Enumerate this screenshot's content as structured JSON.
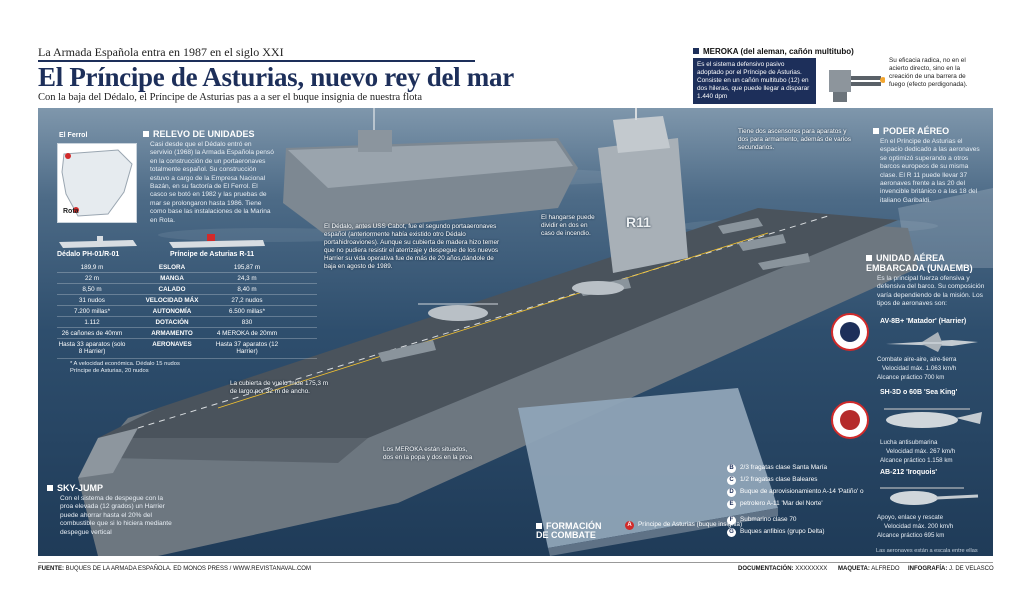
{
  "header": {
    "kicker": "La Armada Española entra en 1987 en el siglo XXI",
    "title": "El Príncipe de Asturias, nuevo rey del mar",
    "subtitle": "Con la baja del Dédalo, el Príncipe de Asturias pas a a ser el buque insignia de nuestra flota"
  },
  "meroka": {
    "title": "MEROKA (del aleman, cañón multitubo)",
    "body": "Es el sistema defensivo pasivo adoptado por el Príncipe de Asturias. Consiste en un cañón multitubo (12) en dos hileras, que puede llegar a disparar 1.440 dpm",
    "side": "Su eficacia radica, no en el acierto directo, sino en la creación de una barrera de fuego (efecto perdigonada)."
  },
  "map": {
    "label_top": "El Ferrol",
    "label_bottom": "Rota"
  },
  "relevo": {
    "title": "RELEVO DE UNIDADES",
    "body": "Casi desde que el Dédalo entró en servivio (1968) la Armada Española pensó en la construcción de un portaeronaves totalmente español. Su construcción estuvo a cargo de la Empresa Nacional Bazán, en su factoría de El Ferrol. El casco se botó en 1982 y las pruebas de mar se prolongaron hasta 1986. Tiene como base las instalaciones de la Marina en Rota."
  },
  "compare": {
    "left_ship": "Dédalo PH-01/R-01",
    "right_ship": "Príncipe de Asturias R-11",
    "rows": [
      {
        "l": "189,9 m",
        "m": "ESLORA",
        "r": "195,87 m"
      },
      {
        "l": "22 m",
        "m": "MANGA",
        "r": "24,3 m"
      },
      {
        "l": "8,50 m",
        "m": "CALADO",
        "r": "8,40 m"
      },
      {
        "l": "31 nudos",
        "m": "VELOCIDAD MÁX",
        "r": "27,2 nudos"
      },
      {
        "l": "7.200 millas*",
        "m": "AUTONOMÍA",
        "r": "6.500 millas*"
      },
      {
        "l": "1.112",
        "m": "DOTACIÓN",
        "r": "830"
      },
      {
        "l": "26 cañones de 40mm",
        "m": "ARMAMENTO",
        "r": "4 MEROKA de 20mm"
      },
      {
        "l": "Hasta 33 aparatos (solo 8 Harrier)",
        "m": "AERONAVES",
        "r": "Hasta 37 aparatos (12 Harrier)"
      }
    ],
    "note": "* A velocidad económica. Dédalo 15 nudos Príncipe de Asturias, 20 nudos"
  },
  "annotations": {
    "dedalo": "El Dédalo, antes USS Cabot, fue el segundo portaaeronaves español (anteriormente había existido otro Dédalo portahidroaviones). Aunque su cubierta de madera hizo temer que no pudiera resistir el aterrizaje y despegue de los nuevos Harrier su vida operativa fue de más de 20 años,dándole de baja en agosto de 1989.",
    "hangar": "El hangarse puede dividir en dos en caso de incendio.",
    "ascensores": "Tiene dos ascensores para aparatos y dos para armamento, además de varios secundarios.",
    "cubierta": "La cubierta de vuelo mide 175,3 m de largo por 32 m de ancho.",
    "merokas": "Los MEROKA están situados, dos en la popa y dos en la proa",
    "hull_code": "R11"
  },
  "poder": {
    "title": "PODER AÉREO",
    "body": "En el Príncipe de Asturias el espacio dedicado a las aeronaves se optimizó superando a otros barcos europeos de su misma clase. El R 11 puede llevar 37 aeronaves frente a las 20 del invencible británico o a las 18 del italiano Garibaldi."
  },
  "unaemb": {
    "title": "UNIDAD AÉREA EMBARCADA (UNAEMB)",
    "body": "Es la principal fuerza ofensiva y defensiva del barco. Su composición varía dependiendo de la misión. Los tipos de aeronaves son:"
  },
  "aircraft": [
    {
      "name": "AV-8B+ 'Matador' (Harrier)",
      "role": "Combate aire-aire, aire-tierra",
      "speed": "Velocidad máx. 1.063 km/h",
      "range": "Alcance práctico 700 km"
    },
    {
      "name": "SH-3D o 60B 'Sea King'",
      "role": "Lucha antisubmarina",
      "speed": "Velocidad máx. 267 km/h",
      "range": "Alcance práctico 1.158 km"
    },
    {
      "name": "AB-212 'Iroquois'",
      "role": "Apoyo, enlace y rescate",
      "speed": "Velocidad máx. 200 km/h",
      "range": "Alcance práctico 695 km"
    }
  ],
  "aircraft_note": "Las aeronaves están a escala entre ellas",
  "skyjump": {
    "title": "SKY-JUMP",
    "body": "Con el sistema de despegue con la proa elevada (12 grados) un Harrier puede ahorrar hasta el 20% del combustible que si lo hiciera mediante despegue vertical"
  },
  "formation": {
    "title": "FORMACIÓN DE COMBATE",
    "legend": [
      {
        "key": "A",
        "text": "Príncipe de Asturias (buque insignia)"
      },
      {
        "key": "B",
        "text": "2/3 fragatas clase Santa María"
      },
      {
        "key": "C",
        "text": "1/2 fragatas clase Baleares"
      },
      {
        "key": "D",
        "text": "Buque de aprovisionamiento A-14 'Patiño' o"
      },
      {
        "key": "E",
        "text": "petrolero A-11 'Mar del Norte'"
      },
      {
        "key": "F",
        "text": "Submarino clase 70"
      },
      {
        "key": "G",
        "text": "Buques anfibios (grupo Delta)"
      }
    ]
  },
  "footer": {
    "fuente_label": "FUENTE:",
    "fuente": "BUQUES DE LA ARMADA ESPAÑOLA. ED MONOS PRESS / WWW.REVISTANAVAL.COM",
    "doc_label": "DOCUMENTACIÓN:",
    "doc": "XXXXXXXX",
    "maq_label": "MAQUETA:",
    "maq": "ALFREDO",
    "info_label": "INFOGRAFÍA:",
    "info": "J. DE VELASCO"
  },
  "colors": {
    "navy": "#1d2f5a",
    "sea": "#2e4e6d",
    "accent_red": "#d12a2a"
  },
  "icons": [
    "spain-map-icon",
    "harrier-icon",
    "sea-king-icon",
    "iroquois-icon",
    "squadron-badge-icon"
  ]
}
